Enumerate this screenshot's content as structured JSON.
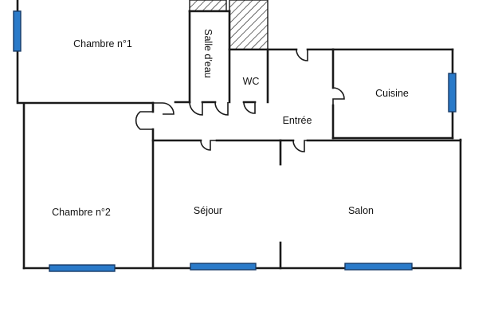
{
  "plan": {
    "rooms": [
      {
        "id": "chambre-1",
        "label": "Chambre n°1"
      },
      {
        "id": "salle-deau",
        "label": "Salle d'eau"
      },
      {
        "id": "wc",
        "label": "WC"
      },
      {
        "id": "cuisine",
        "label": "Cuisine"
      },
      {
        "id": "entree",
        "label": "Entrée"
      },
      {
        "id": "chambre-2",
        "label": "Chambre n°2"
      },
      {
        "id": "sejour",
        "label": "Séjour"
      },
      {
        "id": "salon",
        "label": "Salon"
      }
    ],
    "colors": {
      "wall": "#1a1a1a",
      "window": "#2a7ac9",
      "background": "#ffffff"
    }
  }
}
